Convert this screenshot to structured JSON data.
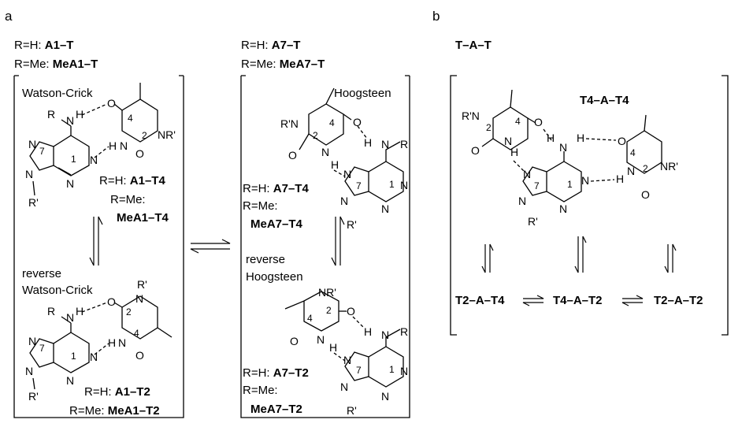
{
  "panels": {
    "a": "a",
    "b": "b"
  },
  "labels": {
    "rh": "R=H: ",
    "rme": "R=Me: ",
    "rme_short": "R=Me:",
    "a1t": "A1–T",
    "mea1t": "MeA1–T",
    "a7t": "A7–T",
    "mea7t": "MeA7–T",
    "a1t4": "A1–T4",
    "mea1t4": "MeA1–T4",
    "a1t2": "A1–T2",
    "mea1t2": "MeA1–T2",
    "a7t4": "A7–T4",
    "mea7t4": "MeA7–T4",
    "a7t2": "A7–T2",
    "mea7t2": "MeA7–T2",
    "tat": "T–A–T",
    "t4at4": "T4–A–T4",
    "t2at4": "T2–A–T4",
    "t4at2": "T4–A–T2",
    "t2at2": "T2–A–T2"
  },
  "modes": {
    "wc": "Watson-Crick",
    "hoog": "Hoogsteen",
    "rev": "reverse",
    "rwc": "Watson-Crick",
    "rhoog": "Hoogsteen"
  },
  "atoms": {
    "N": "N",
    "O": "O",
    "H": "H",
    "R": "R",
    "Rp": "R'",
    "NRp": "NR'",
    "RpN": "R'N",
    "n1": "1",
    "n2": "2",
    "n4": "4",
    "n7": "7"
  }
}
